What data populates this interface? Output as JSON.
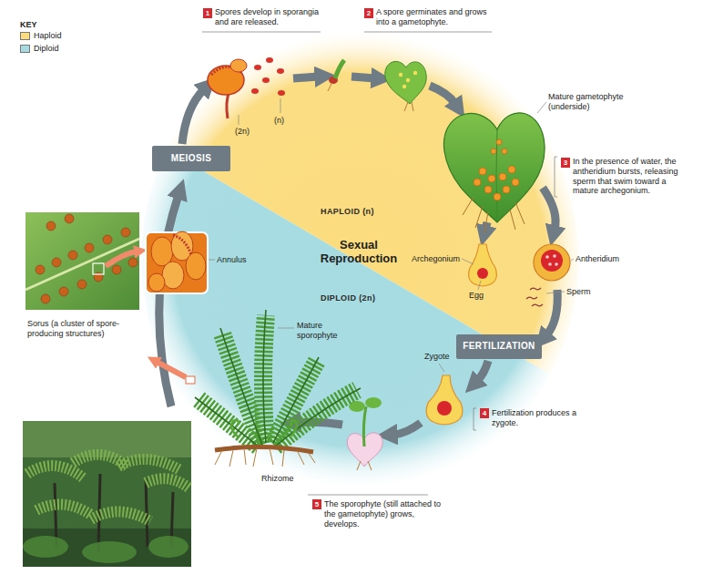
{
  "diagram": {
    "nodes": [
      {
        "text": [
          "MEIOSIS"
        ]
      },
      {
        "text": [
          "FERTILIZATION"
        ]
      }
    ],
    "labels": [
      "KEY",
      "1",
      "Spores develop in sporangia and are released.",
      "(2n)",
      "(n)",
      "2",
      "A spore germinates and grows into a gametophyte.",
      "Mature gametophyte (underside)",
      "3",
      "In the presence of water, the antheridium bursts, releasing sperm that swim toward a mature archegonium.",
      "HAPLOID (n)",
      "Sexual Reproduction",
      "Annulus",
      "Archegonium",
      "Antheridium",
      "DIPLOID (2n)",
      "Egg",
      "Sperm",
      "Sorus (a cluster of spore-producing structures)",
      "Mature sporophyte",
      "Zygote",
      "4",
      "Fertilization produces a zygote.",
      "Rhizome",
      "5",
      "The sporophyte (still attached to the gametophyte) grows, develops."
    ],
    "legend": [
      {
        "text": "Haploid",
        "color": "#fbdc7e"
      },
      {
        "text": "Diploid",
        "color": "#a6dbe2"
      }
    ]
  }
}
